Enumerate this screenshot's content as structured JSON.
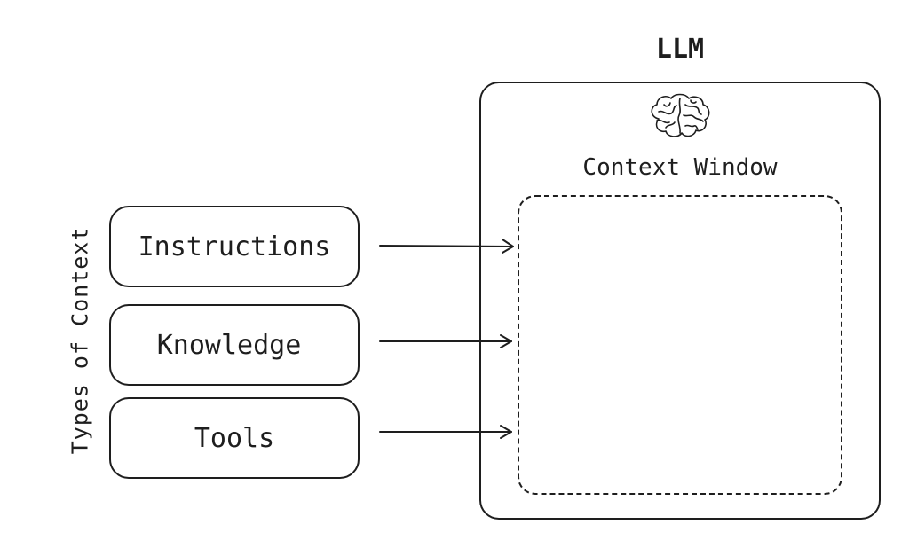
{
  "llm": {
    "title": "LLM",
    "context_window_label": "Context Window",
    "icon": "brain-icon"
  },
  "types_of_context": {
    "label": "Types of Context",
    "items": [
      {
        "label": "Instructions"
      },
      {
        "label": "Knowledge"
      },
      {
        "label": "Tools"
      }
    ]
  },
  "colors": {
    "stroke": "#1e1e1e",
    "background": "#ffffff"
  }
}
